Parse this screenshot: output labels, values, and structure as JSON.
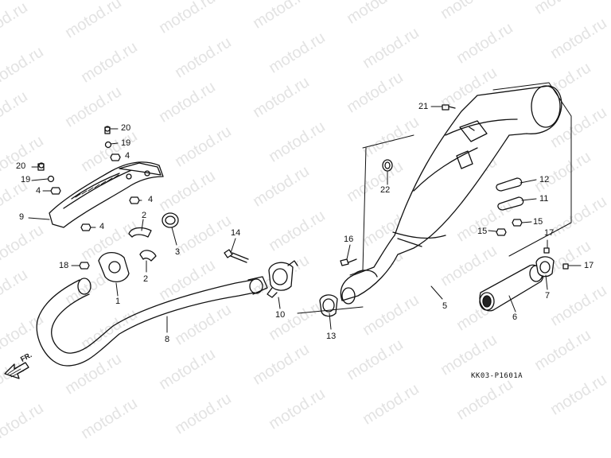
{
  "watermark": {
    "text": "motod.ru"
  },
  "diagram": {
    "code": "KK03-P1601A",
    "direction_label": "FR."
  },
  "callouts": {
    "c20a": "20",
    "c19a": "19",
    "c4a": "4",
    "c20b": "20",
    "c19b": "19",
    "c4b": "4",
    "c4c": "4",
    "c9": "9",
    "c4d": "4",
    "c2a": "2",
    "c3": "3",
    "c2b": "2",
    "c18": "18",
    "c1": "1",
    "c14": "14",
    "c8": "8",
    "c10": "10",
    "c16": "16",
    "c13": "13",
    "c22": "22",
    "c21": "21",
    "c5": "5",
    "c12": "12",
    "c11": "11",
    "c15a": "15",
    "c15b": "15",
    "c17a": "17",
    "c17b": "17",
    "c7": "7",
    "c6": "6"
  }
}
